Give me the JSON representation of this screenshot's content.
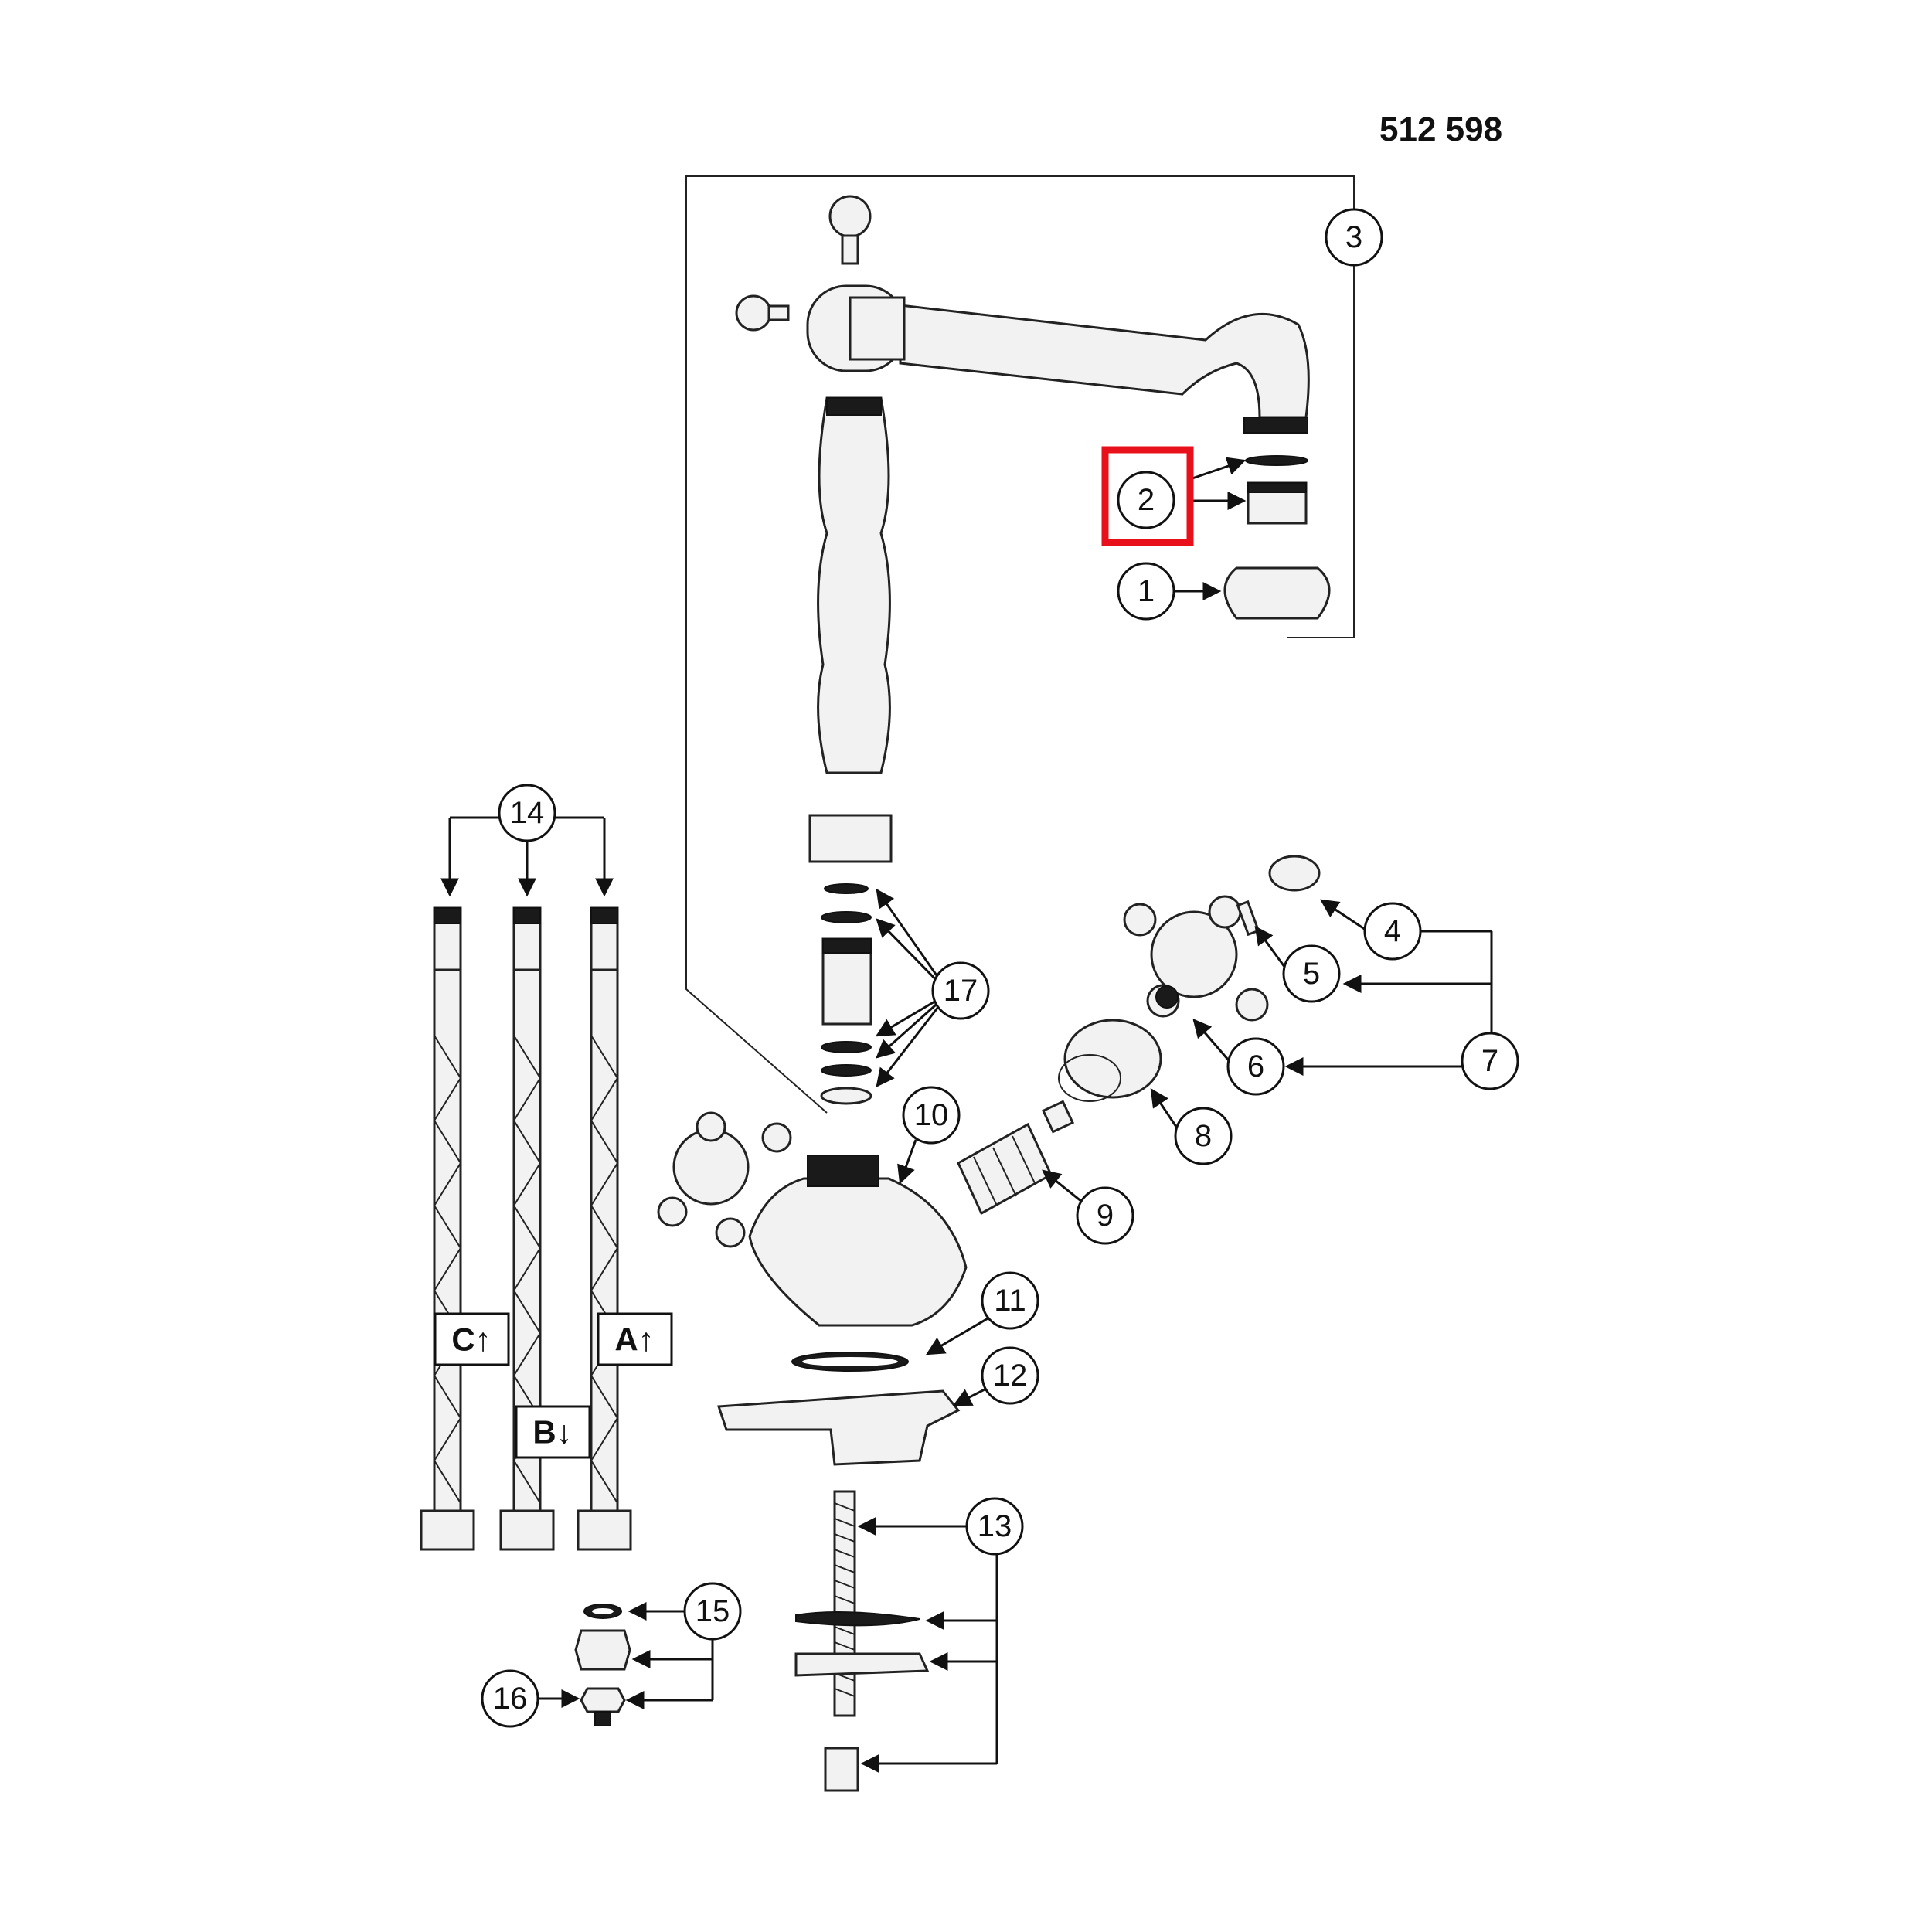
{
  "diagram": {
    "product_code": "512 598",
    "highlight_color": "#e8101a",
    "callouts": {
      "c1": "1",
      "c2": "2",
      "c3": "3",
      "c4": "4",
      "c5": "5",
      "c6": "6",
      "c7": "7",
      "c8": "8",
      "c9": "9",
      "c10": "10",
      "c11": "11",
      "c12": "12",
      "c13": "13",
      "c14": "14",
      "c15": "15",
      "c16": "16",
      "c17": "17"
    },
    "hose_labels": {
      "c": "C↑",
      "b": "B↓",
      "a": "A↑"
    }
  }
}
